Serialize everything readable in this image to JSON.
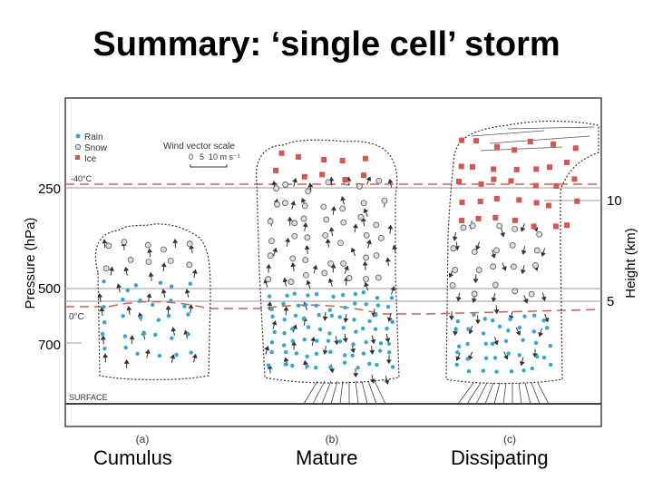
{
  "title": "Summary: ‘single cell’ storm",
  "legend": {
    "rain": "Rain",
    "snow": "Snow",
    "ice": "Ice",
    "wind_vector_scale": "Wind vector scale",
    "scale_ticks": [
      "0",
      "5",
      "10 m s⁻¹"
    ]
  },
  "axes": {
    "left_label": "Pressure (hPa)",
    "right_label": "Height (km)",
    "pressure_ticks": [
      "250",
      "500",
      "700"
    ],
    "height_ticks": [
      "10",
      "5"
    ],
    "temp_minus40": "-40°C",
    "temp_zero": "0°C",
    "surface": "SURFACE"
  },
  "panels": [
    {
      "letter": "(a)",
      "stage": "Cumulus"
    },
    {
      "letter": "(b)",
      "stage": "Mature"
    },
    {
      "letter": "(c)",
      "stage": "Dissipating"
    }
  ],
  "colors": {
    "rain": "#29a9d9",
    "ice": "#d9534f",
    "isotherm": "#e05a4a",
    "ink": "#333333"
  }
}
